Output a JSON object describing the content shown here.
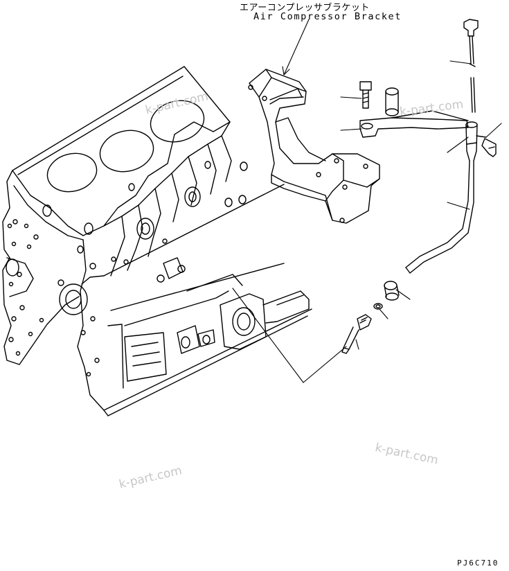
{
  "title": {
    "japanese": "エアーコンプレッサブラケット",
    "english": "Air Compressor Bracket"
  },
  "watermark": "k-part.com",
  "drawing_code": "PJ6C710",
  "colors": {
    "line": "#000000",
    "watermark": "#c7c7c7",
    "background": "#ffffff"
  }
}
